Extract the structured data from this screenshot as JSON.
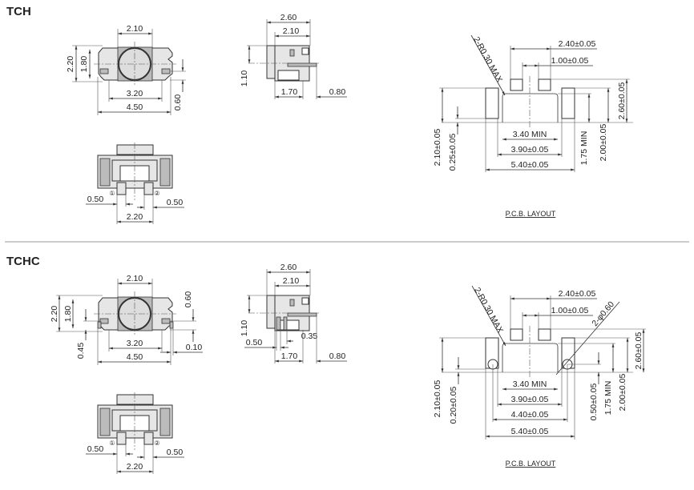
{
  "sections": [
    {
      "title": "TCH",
      "top": {
        "w_button": "2.10",
        "h_total": "2.20",
        "h_inner": "1.80",
        "w_pin": "3.20",
        "w_total": "4.50",
        "pin_offset": "0.60"
      },
      "side": {
        "w_total": "2.60",
        "w_body": "2.10",
        "h_button": "1.10",
        "w_base": "1.70",
        "w_lead": "0.80"
      },
      "front": {
        "pin1": "①",
        "pin2": "②",
        "w_pin_left": "0.50",
        "w_pin_right": "0.50",
        "pin_pitch": "2.20"
      },
      "pcb": {
        "radius": "2-R0.30 MAX",
        "d240": "2.40±0.05",
        "d100": "1.00±0.05",
        "d260": "2.60±0.05",
        "d200": "2.00±0.05",
        "d175": "1.75  MIN",
        "d210": "2.10±0.05",
        "d_small": "0.25±0.05",
        "d340": "3.40  MIN",
        "d390": "3.90±0.05",
        "d540": "5.40±0.05",
        "label": "P.C.B.  LAYOUT"
      }
    },
    {
      "title": "TCHC",
      "top": {
        "w_button": "2.10",
        "h_total": "2.20",
        "h_inner": "1.80",
        "w_pin": "3.20",
        "w_total": "4.50",
        "pin_offset": "0.60",
        "h_post": "0.45",
        "w_post": "0.10"
      },
      "side": {
        "w_total": "2.60",
        "w_body": "2.10",
        "h_button": "1.10",
        "w_post": "0.50",
        "w_post2": "0.35",
        "w_base": "1.70",
        "w_lead": "0.80"
      },
      "front": {
        "pin1": "①",
        "pin2": "②",
        "w_pin_left": "0.50",
        "w_pin_right": "0.50",
        "pin_pitch": "2.20"
      },
      "pcb": {
        "radius": "2-R0.30 MAX",
        "hole": "2-φ0.60",
        "d240": "2.40±0.05",
        "d100": "1.00±0.05",
        "d260": "2.60±0.05",
        "d200": "2.00±0.05",
        "d175": "1.75  MIN",
        "d050": "0.50±0.05",
        "d210": "2.10±0.05",
        "d_small": "0.20±0.05",
        "d340": "3.40  MIN",
        "d390": "3.90±0.05",
        "d440": "4.40±0.05",
        "d540": "5.40±0.05",
        "label": "P.C.B.  LAYOUT"
      }
    }
  ]
}
